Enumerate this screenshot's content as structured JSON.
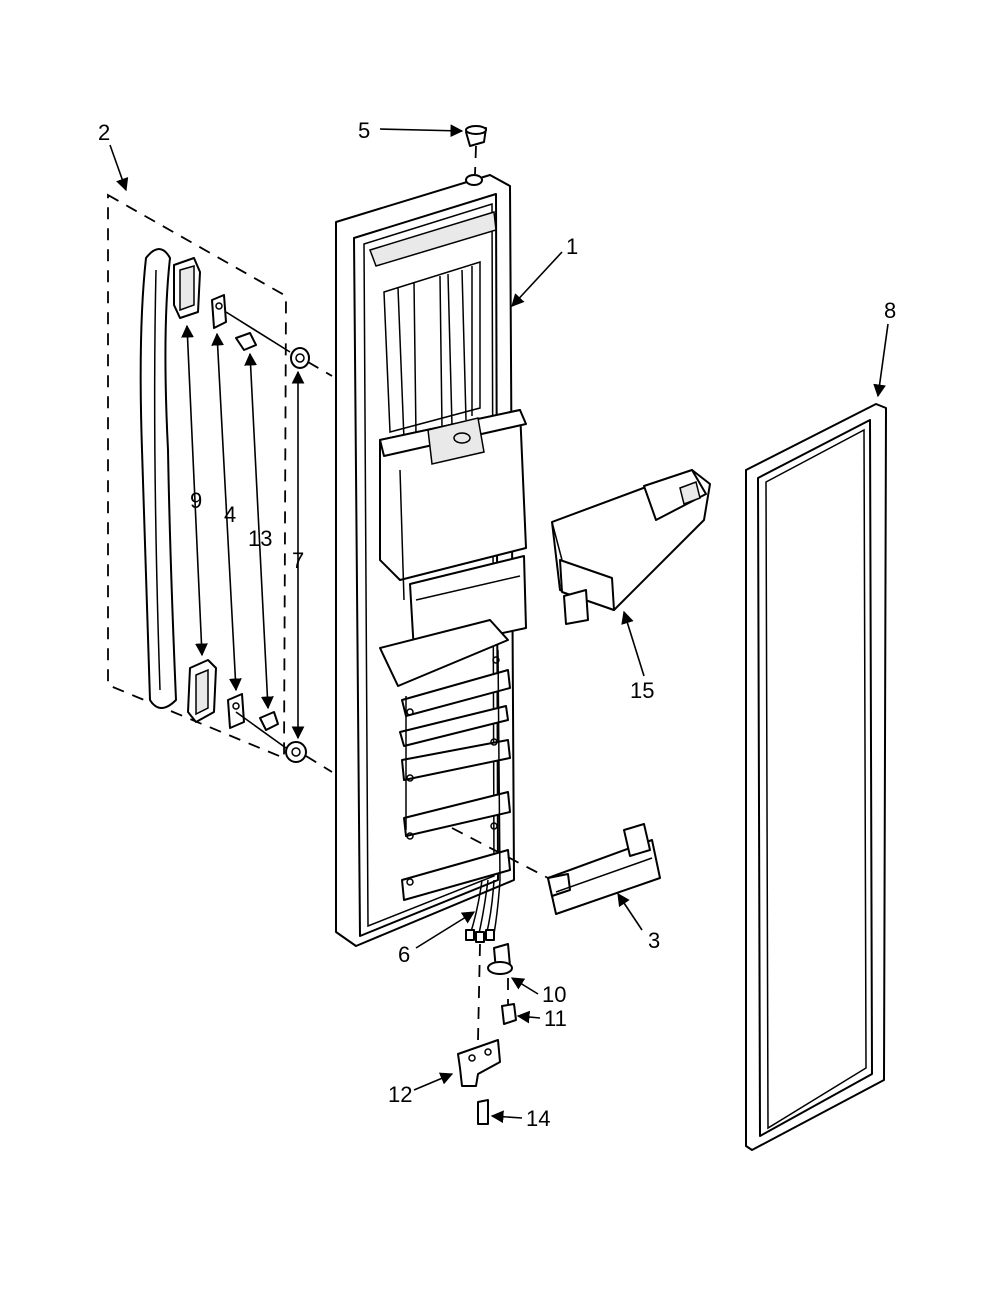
{
  "diagram": {
    "callouts": {
      "c1": "1",
      "c2": "2",
      "c3": "3",
      "c4": "4",
      "c5": "5",
      "c6": "6",
      "c7": "7",
      "c8": "8",
      "c9": "9",
      "c10": "10",
      "c11": "11",
      "c12": "12",
      "c13": "13",
      "c14": "14",
      "c15": "15"
    },
    "arrow_marker": "arrowhead",
    "line_color": "#000000",
    "background": "#ffffff"
  }
}
